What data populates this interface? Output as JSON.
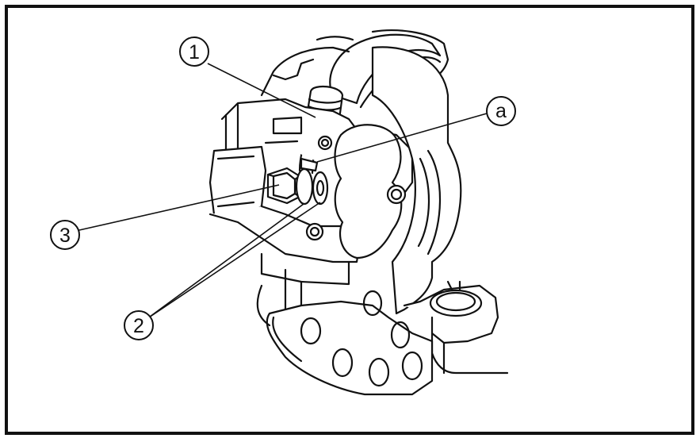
{
  "callouts": [
    {
      "id": "c1",
      "label": "1"
    },
    {
      "id": "ca",
      "label": "a"
    },
    {
      "id": "c3",
      "label": "3"
    },
    {
      "id": "c2",
      "label": "2"
    }
  ],
  "colors": {
    "stroke": "#111111",
    "paper": "#ffffff"
  }
}
